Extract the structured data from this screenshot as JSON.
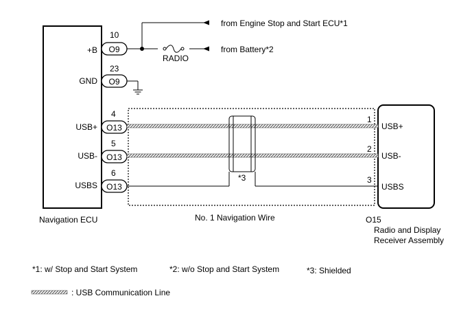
{
  "components": {
    "ecu_label": "Navigation ECU",
    "wire_label": "No. 1 Navigation Wire",
    "receiver_code": "O15",
    "receiver_name_line1": "Radio and Display",
    "receiver_name_line2": "Receiver Assembly"
  },
  "ecu_pins": [
    {
      "name": "+B",
      "number": "10",
      "connector": "O9"
    },
    {
      "name": "GND",
      "number": "23",
      "connector": "O9"
    },
    {
      "name": "USB+",
      "number": "4",
      "connector": "O13"
    },
    {
      "name": "USB-",
      "number": "5",
      "connector": "O13"
    },
    {
      "name": "USBS",
      "number": "6",
      "connector": "O13"
    }
  ],
  "receiver_pins": [
    {
      "name": "USB+",
      "number": "1"
    },
    {
      "name": "USB-",
      "number": "2"
    },
    {
      "name": "USBS",
      "number": "3"
    }
  ],
  "power": {
    "from_engine": "from Engine Stop and Start ECU*1",
    "from_battery": "from Battery*2",
    "fuse_label": "RADIO"
  },
  "shield_label": "*3",
  "notes": [
    "*1: w/ Stop and Start System",
    "*2: w/o Stop and Start System",
    "*3: Shielded"
  ],
  "legend_text": ": USB Communication Line"
}
